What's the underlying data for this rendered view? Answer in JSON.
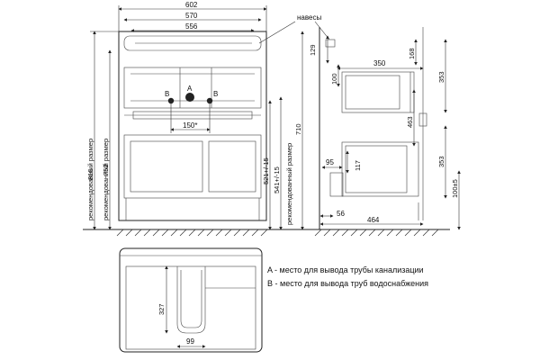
{
  "front": {
    "dim_top_602": "602",
    "dim_570": "570",
    "dim_556": "556",
    "dim_150": "150*",
    "dim_810": "810",
    "dim_752": "752",
    "rec_size_left_outer": "рекомендованный размер",
    "rec_size_left_inner": "рекомендованный размер",
    "dim_521": "521+/-15",
    "dim_541": "541+/-15",
    "rec_size_right": "рекомендованный размер",
    "dim_710": "710",
    "label_a": "A",
    "label_b_left": "B",
    "label_b_right": "B",
    "hinges_label": "навесы"
  },
  "side": {
    "dim_129": "129",
    "dim_168": "168",
    "dim_350": "350",
    "dim_100": "100",
    "dim_353_top": "353",
    "dim_463": "463",
    "dim_95": "95",
    "dim_117": "117",
    "dim_353_bottom": "353",
    "dim_100_5": "100±5",
    "dim_56": "56",
    "dim_464": "464"
  },
  "plan": {
    "dim_327": "327",
    "dim_99": "99"
  },
  "legend": {
    "line_a": "A - место для вывода трубы канализации",
    "line_b": "B - место для вывода труб водоснабжения"
  }
}
